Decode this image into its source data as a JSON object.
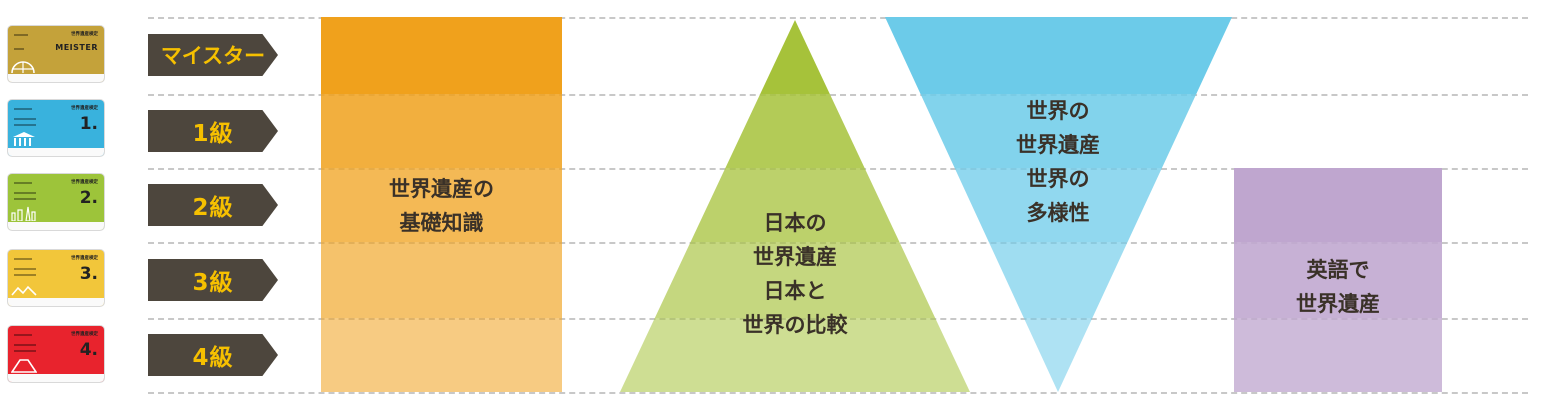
{
  "levels": [
    {
      "label": "マイスター",
      "card": {
        "title": "世界遺産検定",
        "big": "MEISTER",
        "color": "#c4a23a"
      }
    },
    {
      "label": "1級",
      "card": {
        "title": "世界遺産検定",
        "big": "1.",
        "color": "#39b2dd"
      }
    },
    {
      "label": "2級",
      "card": {
        "title": "世界遺産検定",
        "big": "2.",
        "color": "#9dc43a"
      }
    },
    {
      "label": "3級",
      "card": {
        "title": "世界遺産検定",
        "big": "3.",
        "color": "#f2c63a"
      }
    },
    {
      "label": "4級",
      "card": {
        "title": "世界遺産検定",
        "big": "4.",
        "color": "#e8232d"
      }
    }
  ],
  "columns": {
    "basics": {
      "text_line1": "世界遺産の",
      "text_line2": "基礎知識",
      "color": "#f0a11c"
    },
    "japan": {
      "text_line1": "日本の",
      "text_line2": "世界遺産",
      "text_line3": "日本と",
      "text_line4": "世界の比較",
      "color": "#a6c23a"
    },
    "world": {
      "text_line1": "世界の",
      "text_line2": "世界遺産",
      "text_line3": "世界の",
      "text_line4": "多様性",
      "color": "#6ccbe9"
    },
    "english": {
      "text_line1": "英語で",
      "text_line2": "世界遺産",
      "color": "#bfa6cf"
    }
  },
  "colors": {
    "level_tag_bg": "#4d463d",
    "level_tag_text": "#f6c000",
    "label_text": "#3a3128"
  }
}
